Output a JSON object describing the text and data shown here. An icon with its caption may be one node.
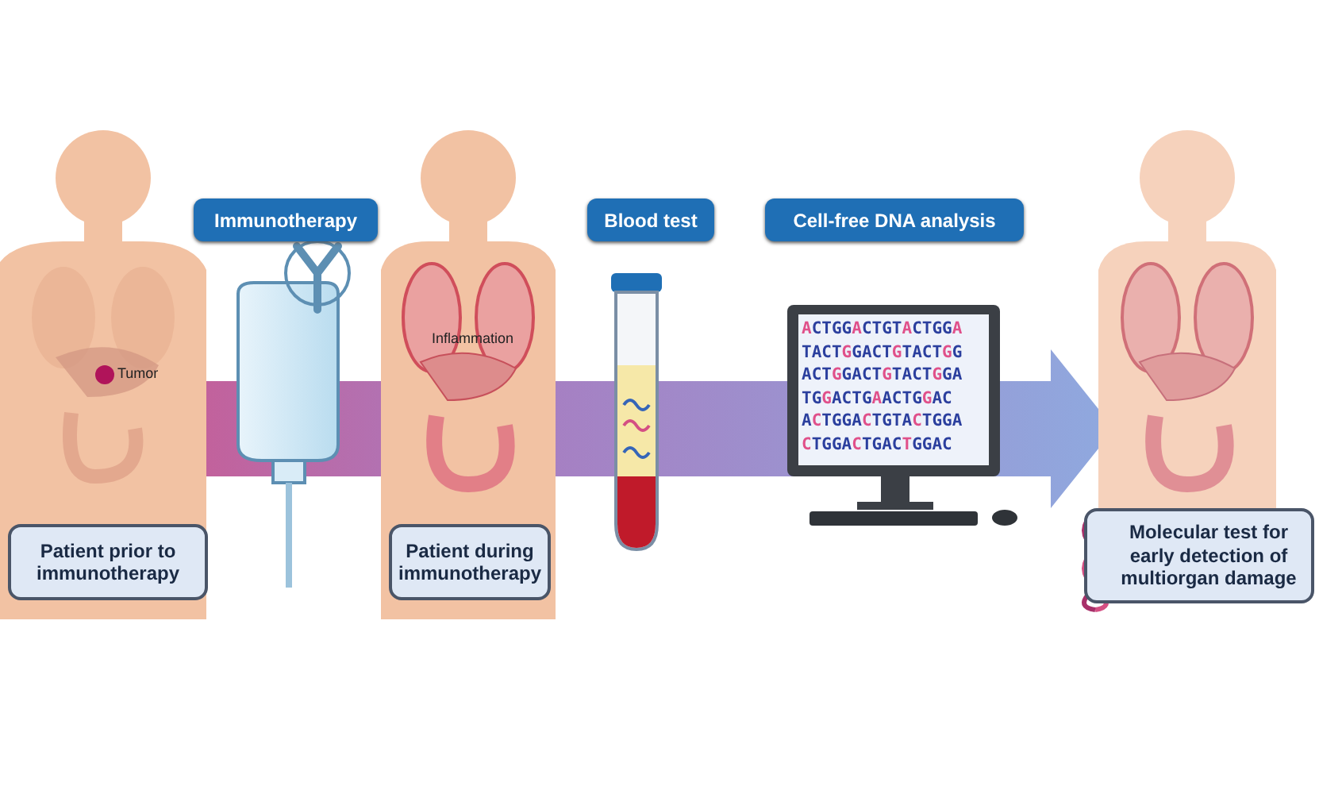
{
  "diagram": {
    "nodes": [
      {
        "text": [
          "Immunotherapy"
        ]
      },
      {
        "text": [
          "Blood test"
        ]
      },
      {
        "text": [
          "Cell-free DNA analysis"
        ]
      },
      {
        "text": [
          "Patient prior to immunotherapy"
        ]
      },
      {
        "text": [
          "Patient during immunotherapy"
        ]
      },
      {
        "text": [
          "Molecular test for early detection of multiorgan damage"
        ]
      }
    ],
    "labels": [
      "Tumor",
      "Inflammation",
      "ACTGGACTGTACTGGA",
      "TACTGGACTGTACTGG",
      "ACTGGACTGTACTGGA",
      "TGGACTGAACTGGAC",
      "ACTGGACTGTACTGGA",
      "CTGGACTGACTGGAC"
    ]
  }
}
